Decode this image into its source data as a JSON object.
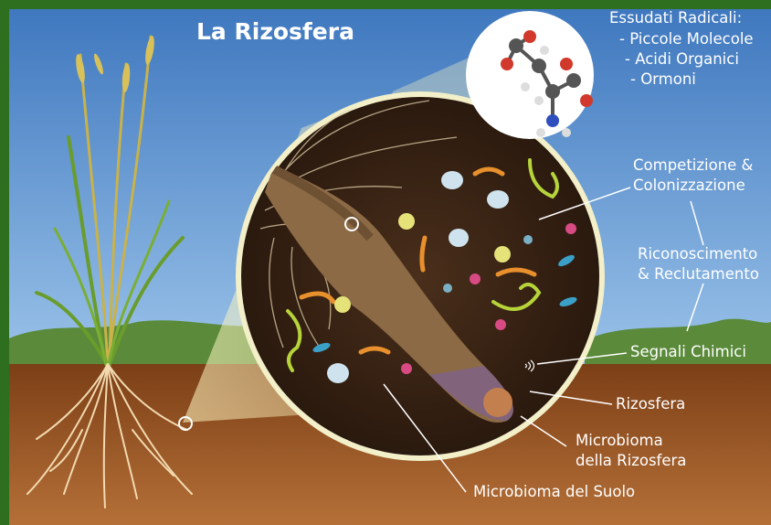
{
  "title": "La Rizosfera",
  "exudates": {
    "heading": "Essudati Radicali:",
    "items": [
      "- Piccole Molecole",
      "- Acidi Organici",
      "- Ormoni"
    ]
  },
  "labels": {
    "competition": [
      "Competizione &",
      "Colonizzazione"
    ],
    "recognition": [
      "Riconoscimento",
      "& Reclutamento"
    ],
    "signals": "Segnali Chimici",
    "rhizosphere": "Rizosfera",
    "rhizo_microbiome": [
      "Microbioma",
      "della Rizosfera"
    ],
    "soil_microbiome": "Microbioma del Suolo"
  },
  "colors": {
    "sky": "#4d86c8",
    "soil": "#8a4a1c",
    "frame": "#2e6e1f",
    "circle_bg": "#3a2516",
    "root": "#8b6a45",
    "magnifier": "#f2efc9"
  }
}
